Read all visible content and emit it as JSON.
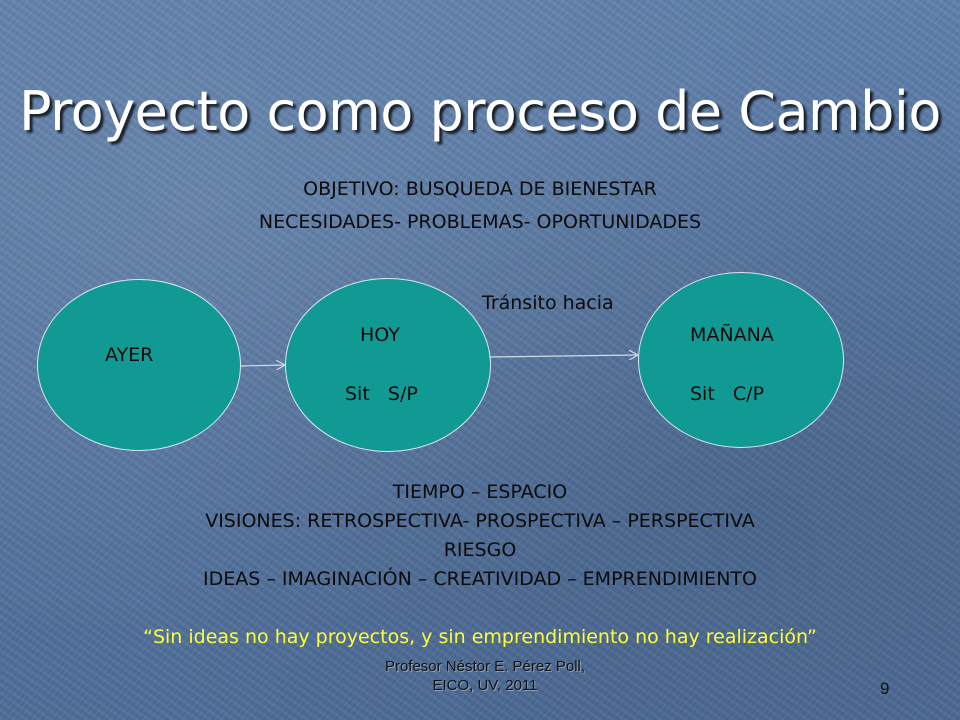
{
  "slide": {
    "title": "Proyecto como proceso de Cambio",
    "objective": "OBJETIVO: BUSQUEDA DE  BIENESTAR",
    "needs": "NECESIDADES- PROBLEMAS- OPORTUNIDADES",
    "transit_label": "Tránsito hacia",
    "nodes": {
      "ayer": {
        "label": "AYER"
      },
      "hoy": {
        "label": "HOY",
        "sub": "Sit   S/P"
      },
      "manana": {
        "label": "MAÑANA",
        "sub": "Sit   C/P"
      }
    },
    "lines": [
      "TIEMPO – ESPACIO",
      "VISIONES: RETROSPECTIVA- PROSPECTIVA – PERSPECTIVA",
      "RIESGO",
      "IDEAS – IMAGINACIÓN – CREATIVIDAD – EMPRENDIMIENTO"
    ],
    "quote": "“Sin ideas no hay proyectos, y sin emprendimiento no hay  realización”",
    "footer": [
      "Profesor Néstor E. Pérez Poll,",
      "EICO, UV, 2011"
    ],
    "page_number": "9",
    "colors": {
      "background": "#5a7aa6",
      "ellipse_fill": "#119a94",
      "quote": "#ffff33",
      "title": "#ffffff"
    }
  }
}
